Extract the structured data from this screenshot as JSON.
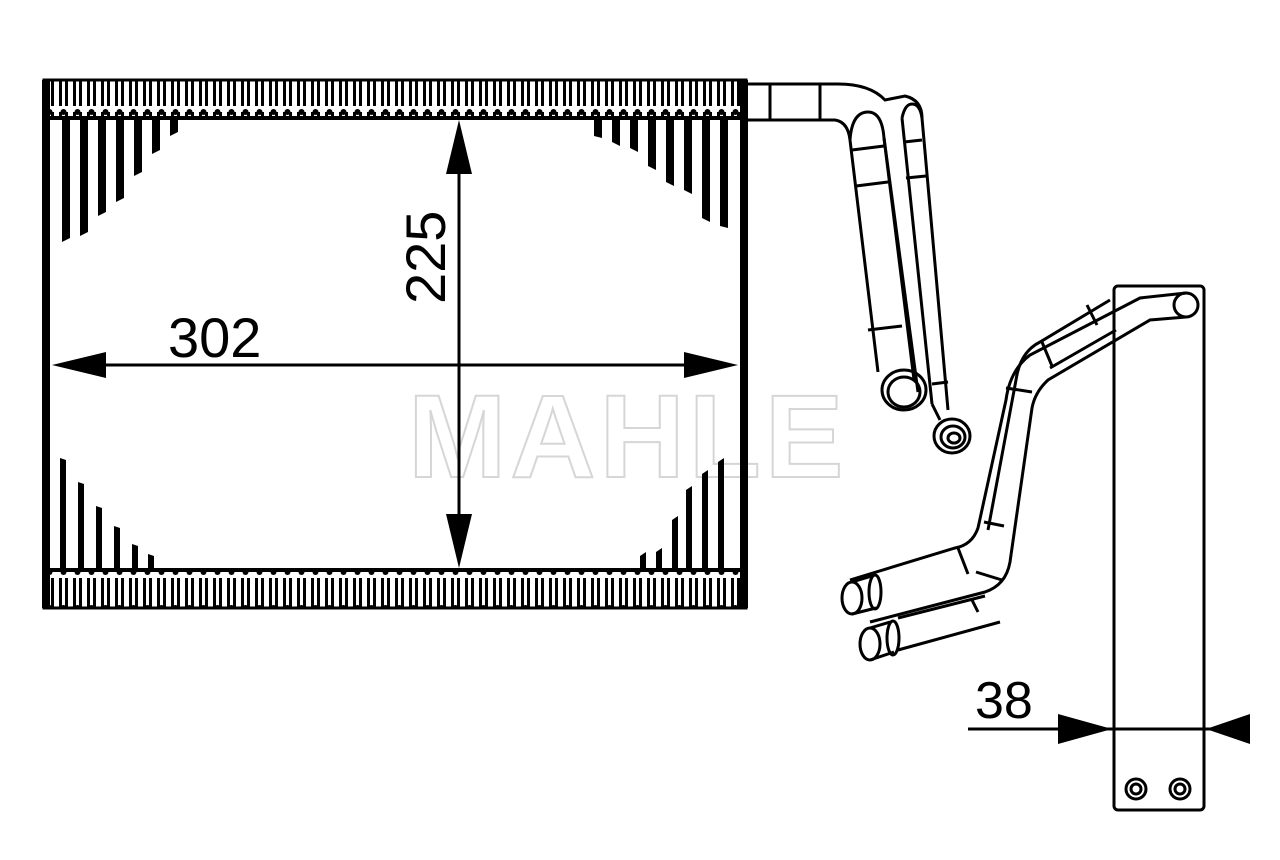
{
  "diagram": {
    "subject": "evaporator core technical drawing",
    "watermark": "MAHLE",
    "dimensions": {
      "width": "302",
      "height": "225",
      "depth": "38"
    },
    "colors": {
      "line": "#000000",
      "background": "#ffffff",
      "watermark": "#d6d6d6"
    }
  }
}
